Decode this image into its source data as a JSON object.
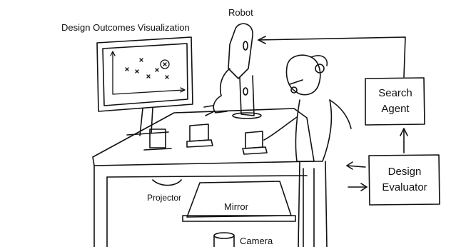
{
  "labels": {
    "robot": "Robot",
    "visualization": "Design Outcomes Visualization",
    "projector": "Projector",
    "mirror": "Mirror",
    "camera": "Camera"
  },
  "boxes": {
    "search_agent": {
      "line1": "Search",
      "line2": "Agent"
    },
    "design_evaluator": {
      "line1": "Design",
      "line2": "Evaluator"
    }
  }
}
